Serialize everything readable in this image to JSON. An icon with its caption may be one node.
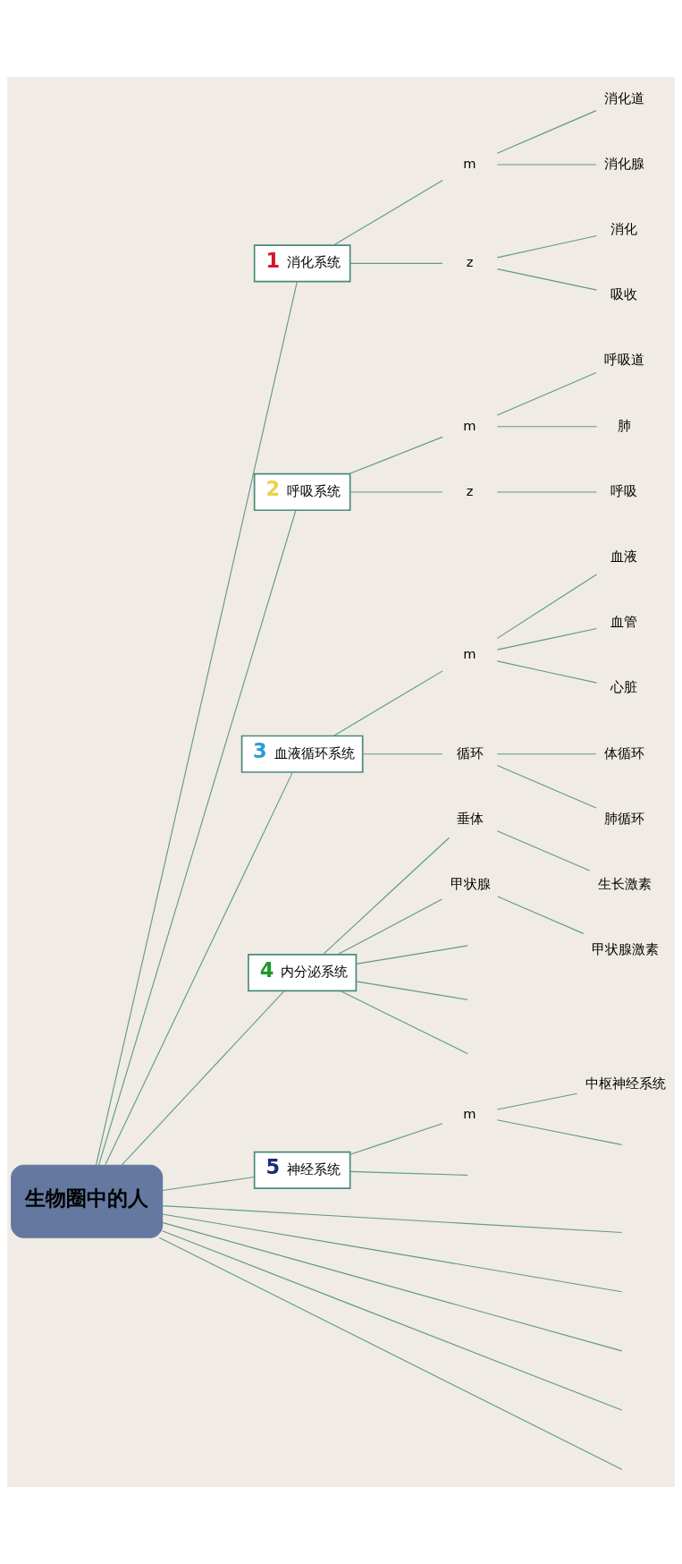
{
  "diagram": {
    "nodes": [
      {
        "text": [
          "生物圈中的人"
        ]
      },
      {
        "text": [
          "1",
          "消化系统"
        ]
      },
      {
        "text": [
          "m"
        ]
      },
      {
        "text": [
          "消化道"
        ]
      },
      {
        "text": [
          "消化腺"
        ]
      },
      {
        "text": [
          "z"
        ]
      },
      {
        "text": [
          "消化"
        ]
      },
      {
        "text": [
          "吸收"
        ]
      },
      {
        "text": [
          "2",
          "呼吸系统"
        ]
      },
      {
        "text": [
          "m"
        ]
      },
      {
        "text": [
          "呼吸道"
        ]
      },
      {
        "text": [
          "肺"
        ]
      },
      {
        "text": [
          "z"
        ]
      },
      {
        "text": [
          "呼吸"
        ]
      },
      {
        "text": [
          "3",
          "血液循环系统"
        ]
      },
      {
        "text": [
          "m"
        ]
      },
      {
        "text": [
          "血液"
        ]
      },
      {
        "text": [
          "血管"
        ]
      },
      {
        "text": [
          "心脏"
        ]
      },
      {
        "text": [
          "循环"
        ]
      },
      {
        "text": [
          "体循环"
        ]
      },
      {
        "text": [
          "肺循环"
        ]
      },
      {
        "text": [
          "4",
          "内分泌系统"
        ]
      },
      {
        "text": [
          "垂体"
        ]
      },
      {
        "text": [
          "生长激素"
        ]
      },
      {
        "text": [
          "甲状腺"
        ]
      },
      {
        "text": [
          "甲状腺激素"
        ]
      },
      {
        "text": [
          "5",
          "神经系统"
        ]
      },
      {
        "text": [
          "m"
        ]
      },
      {
        "text": [
          "中枢神经系统"
        ]
      }
    ],
    "edges": [
      {
        "from": 0,
        "to": 1,
        "arrow": "none"
      },
      {
        "from": 1,
        "to": 2,
        "arrow": "none"
      },
      {
        "from": 2,
        "to": 3,
        "arrow": "none"
      },
      {
        "from": 2,
        "to": 4,
        "arrow": "none"
      },
      {
        "from": 1,
        "to": 5,
        "arrow": "none"
      },
      {
        "from": 5,
        "to": 6,
        "arrow": "none"
      },
      {
        "from": 5,
        "to": 7,
        "arrow": "none"
      },
      {
        "from": 0,
        "to": 8,
        "arrow": "none"
      },
      {
        "from": 8,
        "to": 9,
        "arrow": "none"
      },
      {
        "from": 9,
        "to": 10,
        "arrow": "none"
      },
      {
        "from": 9,
        "to": 11,
        "arrow": "none"
      },
      {
        "from": 8,
        "to": 12,
        "arrow": "none"
      },
      {
        "from": 12,
        "to": 13,
        "arrow": "none"
      },
      {
        "from": 0,
        "to": 14,
        "arrow": "none"
      },
      {
        "from": 14,
        "to": 15,
        "arrow": "none"
      },
      {
        "from": 15,
        "to": 16,
        "arrow": "none"
      },
      {
        "from": 15,
        "to": 17,
        "arrow": "none"
      },
      {
        "from": 15,
        "to": 18,
        "arrow": "none"
      },
      {
        "from": 14,
        "to": 19,
        "arrow": "none"
      },
      {
        "from": 19,
        "to": 20,
        "arrow": "none"
      },
      {
        "from": 19,
        "to": 21,
        "arrow": "none"
      },
      {
        "from": 0,
        "to": 22,
        "arrow": "none"
      },
      {
        "from": 22,
        "to": 23,
        "arrow": "none"
      },
      {
        "from": 23,
        "to": 24,
        "arrow": "none"
      },
      {
        "from": 22,
        "to": 25,
        "arrow": "none"
      },
      {
        "from": 25,
        "to": 26,
        "arrow": "none"
      },
      {
        "from": 22,
        "to": null,
        "arrow": "none"
      },
      {
        "from": 22,
        "to": null,
        "arrow": "none"
      },
      {
        "from": 22,
        "to": null,
        "arrow": "none"
      },
      {
        "from": 0,
        "to": 27,
        "arrow": "none"
      },
      {
        "from": 27,
        "to": 28,
        "arrow": "none"
      },
      {
        "from": 28,
        "to": 29,
        "arrow": "none"
      },
      {
        "from": 28,
        "to": null,
        "arrow": "none"
      },
      {
        "from": 27,
        "to": null,
        "arrow": "none"
      },
      {
        "from": 0,
        "to": null,
        "arrow": "none"
      },
      {
        "from": 0,
        "to": null,
        "arrow": "none"
      },
      {
        "from": 0,
        "to": null,
        "arrow": "none"
      },
      {
        "from": 0,
        "to": null,
        "arrow": "none"
      },
      {
        "from": 0,
        "to": null,
        "arrow": "none"
      }
    ]
  }
}
